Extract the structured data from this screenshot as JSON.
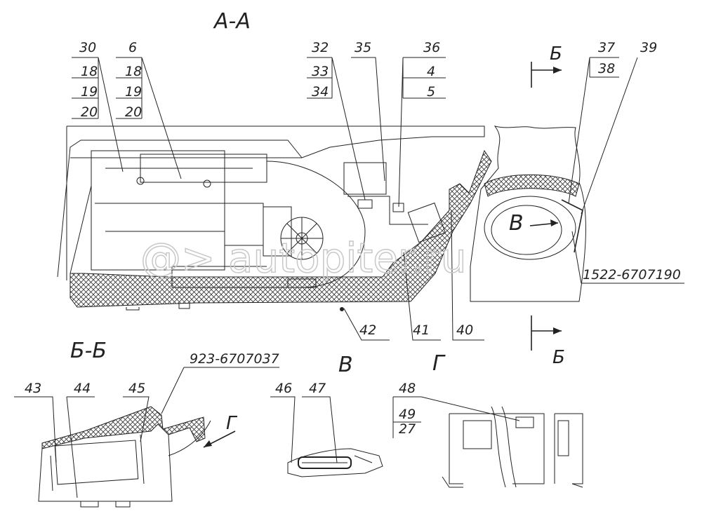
{
  "titles": {
    "section_aa": "А-А",
    "section_bb": "Б-Б",
    "view_v": "В",
    "view_g": "Г",
    "cut_b_top": "Б",
    "cut_b_bottom": "Б"
  },
  "callouts": {
    "stack_a": [
      "30",
      "18",
      "19",
      "20"
    ],
    "stack_b": [
      "6",
      "18",
      "19",
      "20"
    ],
    "stack_c": [
      "32",
      "33",
      "34"
    ],
    "single_35": "35",
    "stack_d": [
      "36",
      "4",
      "5"
    ],
    "stack_e": [
      "37",
      "38"
    ],
    "single_39": "39",
    "part_1522": "1522-6707190",
    "n42": "42",
    "n41": "41",
    "n40": "40",
    "part_923": "923-6707037",
    "n43": "43",
    "n44": "44",
    "n45": "45",
    "n46": "46",
    "n47": "47",
    "stack_f": [
      "48",
      "49",
      "27"
    ]
  },
  "watermark": "@> autopiter.ru"
}
